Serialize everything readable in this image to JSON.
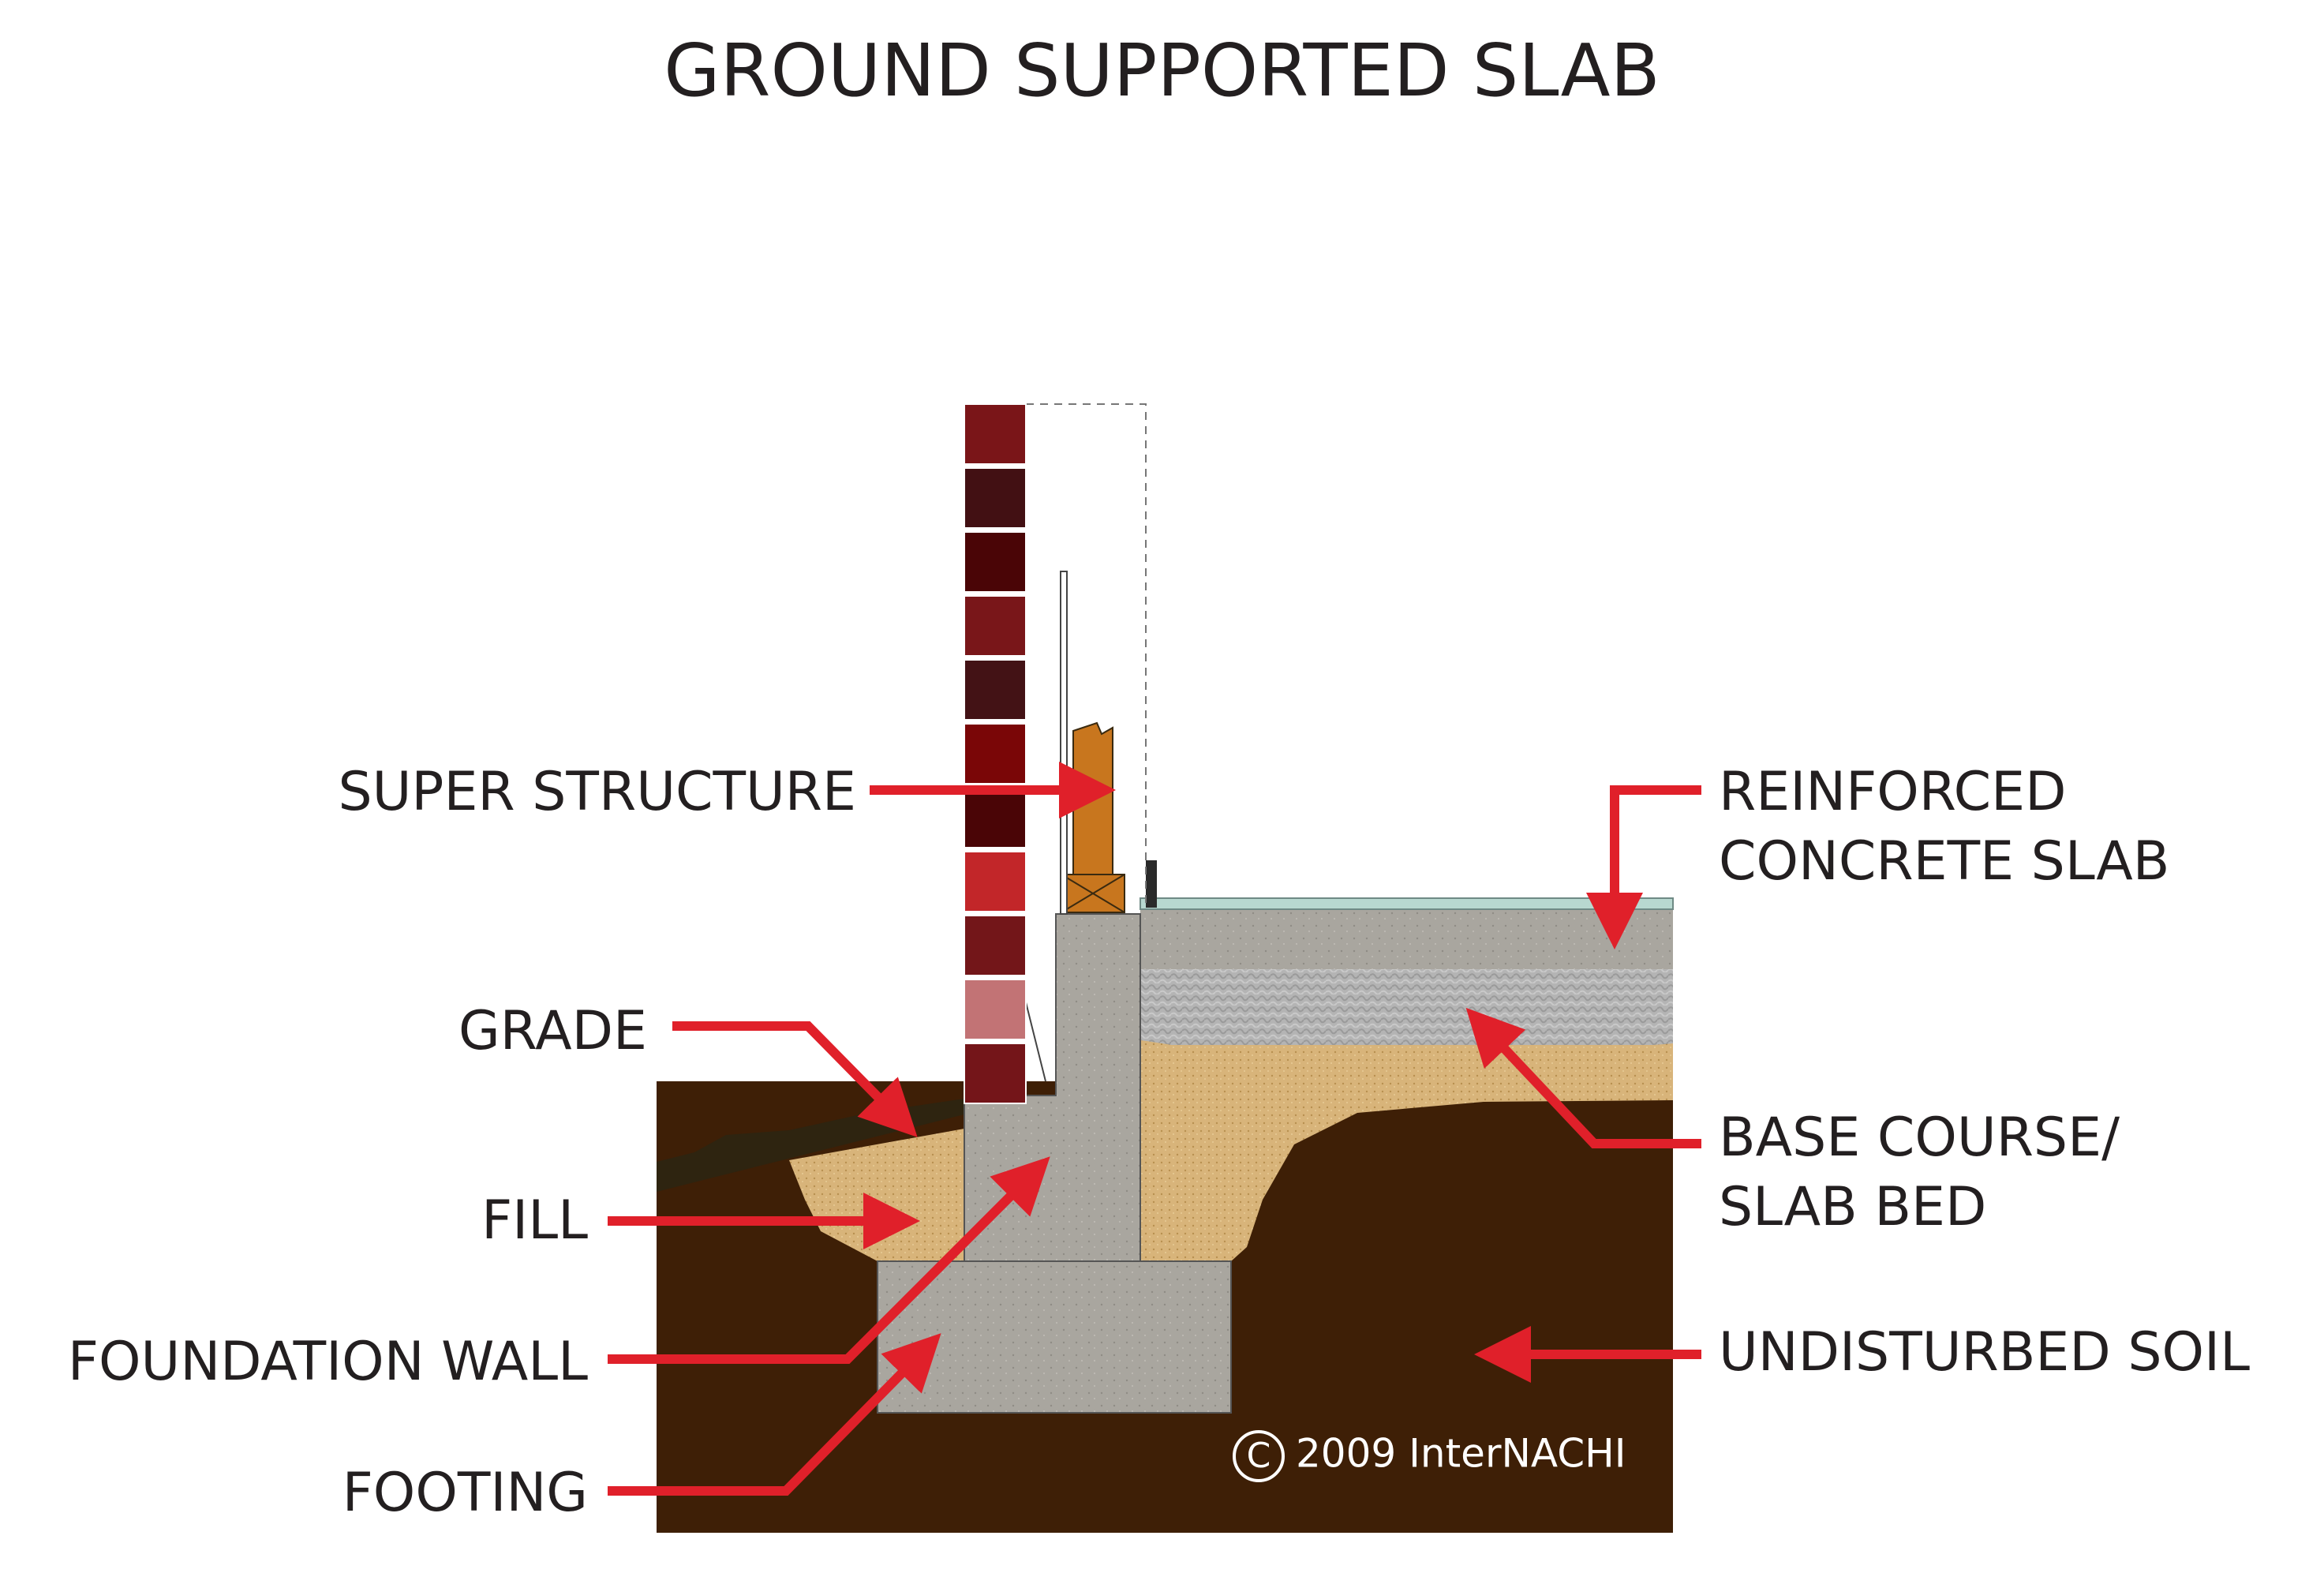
{
  "title": "GROUND SUPPORTED SLAB",
  "labels": {
    "super_structure": "SUPER STRUCTURE",
    "grade": "GRADE",
    "fill": "FILL",
    "foundation_wall": "FOUNDATION WALL",
    "footing": "FOOTING",
    "reinforced_line1": "REINFORCED",
    "reinforced_line2": "CONCRETE SLAB",
    "base_course_line1": "BASE COURSE/",
    "base_course_line2": "SLAB BED",
    "undisturbed_soil": "UNDISTURBED SOIL"
  },
  "copyright": {
    "symbol": "C",
    "text": "2009  InterNACHI"
  },
  "colors": {
    "arrow": "#e0202a",
    "soil": "#3e1f06",
    "fill": "#d8b47a",
    "concrete": "#a8a59e",
    "base_course": "#b6b6b6",
    "brick_dark": "#5a0a0a",
    "wood": "#c8761e",
    "grade": "#2e2410"
  }
}
